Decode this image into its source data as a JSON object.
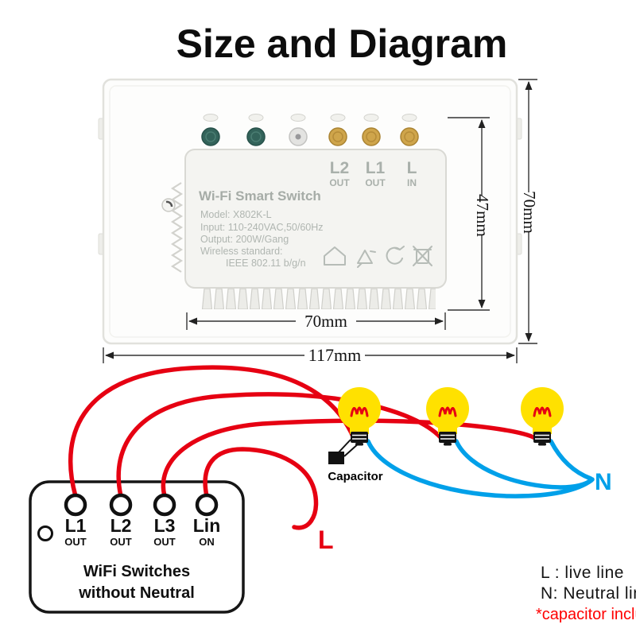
{
  "title": "Size and Diagram",
  "device": {
    "name": "Wi-Fi Smart Switch",
    "specs": [
      "Model: X802K-L",
      "Input: 110-240VAC,50/60Hz",
      "Output: 200W/Gang",
      "Wireless standard:",
      "IEEE 802.11 b/g/n"
    ],
    "terminals": [
      {
        "label": "L2",
        "sub": "OUT"
      },
      {
        "label": "L1",
        "sub": "OUT"
      },
      {
        "label": "L",
        "sub": "IN"
      }
    ]
  },
  "dimensions": {
    "module_width": "70mm",
    "plate_width": "117mm",
    "module_height": "47mm",
    "plate_height": "70mm"
  },
  "wiring": {
    "box": {
      "line1": "WiFi Switches",
      "line2": "without Neutral",
      "terminals": [
        {
          "label": "L1",
          "sub": "OUT"
        },
        {
          "label": "L2",
          "sub": "OUT"
        },
        {
          "label": "L3",
          "sub": "OUT"
        },
        {
          "label": "Lin",
          "sub": "ON"
        }
      ]
    },
    "capacitor_label": "Capacitor",
    "live_label": "L",
    "neutral_label": "N",
    "legend_live": "L : live  line",
    "legend_neutral": "N: Neutral line",
    "legend_note": "*capacitor include"
  },
  "colors": {
    "live": "#e60012",
    "neutral": "#00a0e9",
    "bulb": "#ffe100",
    "note": "#ff0000"
  }
}
